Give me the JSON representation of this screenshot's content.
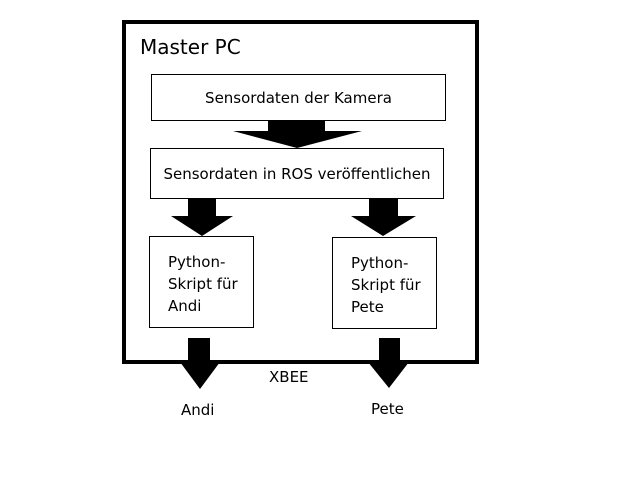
{
  "master": {
    "title": "Master PC"
  },
  "boxes": {
    "camera": "Sensordaten der Kamera",
    "ros": "Sensordaten in ROS veröffentlichen",
    "andi_script": [
      "Python-",
      "Skript für",
      "Andi"
    ],
    "pete_script": [
      "Python-",
      "Skript für",
      "Pete"
    ]
  },
  "labels": {
    "xbee": "XBEE",
    "andi": "Andi",
    "pete": "Pete"
  },
  "colors": {
    "line": "#000000",
    "background": "#ffffff"
  }
}
